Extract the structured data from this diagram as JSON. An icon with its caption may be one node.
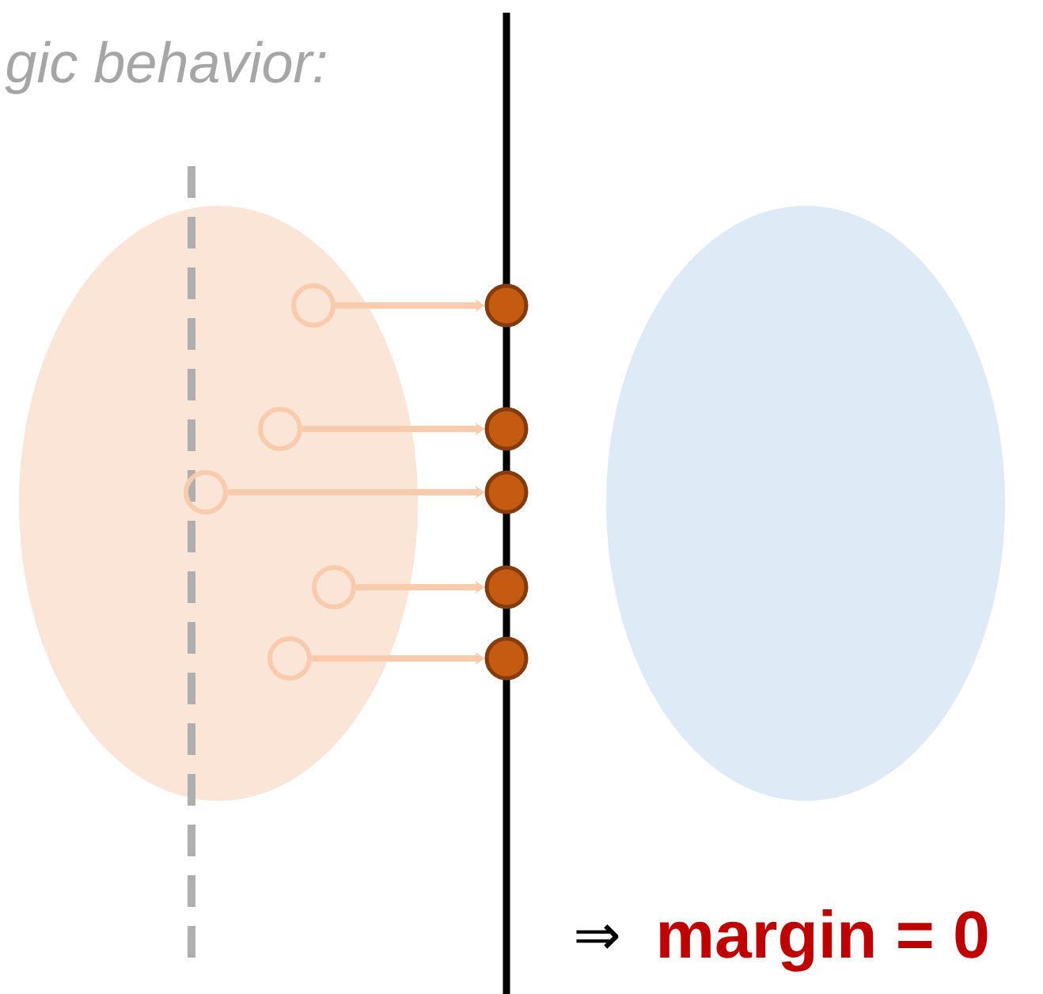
{
  "diagram": {
    "nodes": [
      {
        "text": [],
        "shape": "ellipse"
      },
      {
        "text": [],
        "shape": "circle",
        "in": 0
      },
      {
        "text": [],
        "shape": "circle",
        "in": 0
      },
      {
        "text": [],
        "shape": "circle",
        "in": 0
      },
      {
        "text": [],
        "shape": "circle",
        "in": 0
      },
      {
        "text": [],
        "shape": "circle",
        "in": 0
      },
      {
        "text": [],
        "shape": "circle"
      },
      {
        "text": [],
        "shape": "circle"
      },
      {
        "text": [],
        "shape": "circle"
      },
      {
        "text": [],
        "shape": "circle"
      },
      {
        "text": [],
        "shape": "circle"
      },
      {
        "text": [],
        "shape": "ellipse"
      }
    ],
    "edges": [
      {
        "from": 1,
        "to": 6,
        "arrow": "to"
      },
      {
        "from": 2,
        "to": 7,
        "arrow": "to"
      },
      {
        "from": 3,
        "to": 8,
        "arrow": "to"
      },
      {
        "from": 4,
        "to": 9,
        "arrow": "to"
      },
      {
        "from": 5,
        "to": 10,
        "arrow": "to"
      }
    ],
    "labels": [
      "gic behavior:",
      "⇒",
      "margin = 0"
    ]
  }
}
